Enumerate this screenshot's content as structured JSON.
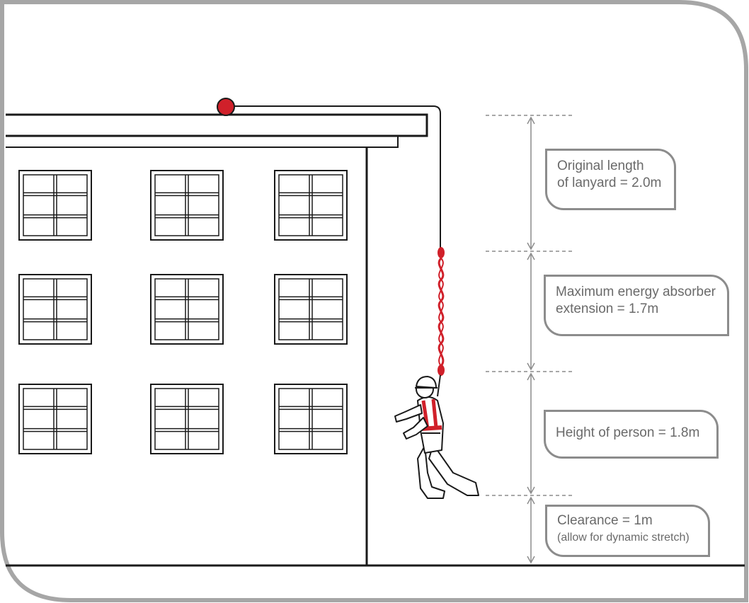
{
  "diagram": {
    "labels": {
      "lanyard_line1": "Original length",
      "lanyard_line2": "of lanyard = 2.0m",
      "absorber_line1": "Maximum energy absorber",
      "absorber_line2": "extension = 1.7m",
      "person": "Height of person = 1.8m",
      "clearance_line1": "Clearance = 1m",
      "clearance_line2": "(allow for dynamic stretch)"
    },
    "colors": {
      "frame": "#a6a6a6",
      "outline": "#1a1a1a",
      "lanyard_red": "#d0202a",
      "dimension_gray": "#8c8c8c",
      "label_text": "#6a6a6a"
    },
    "icons": [
      "anchor-point-icon",
      "worker-figure-icon",
      "dimension-arrow-icon"
    ]
  }
}
